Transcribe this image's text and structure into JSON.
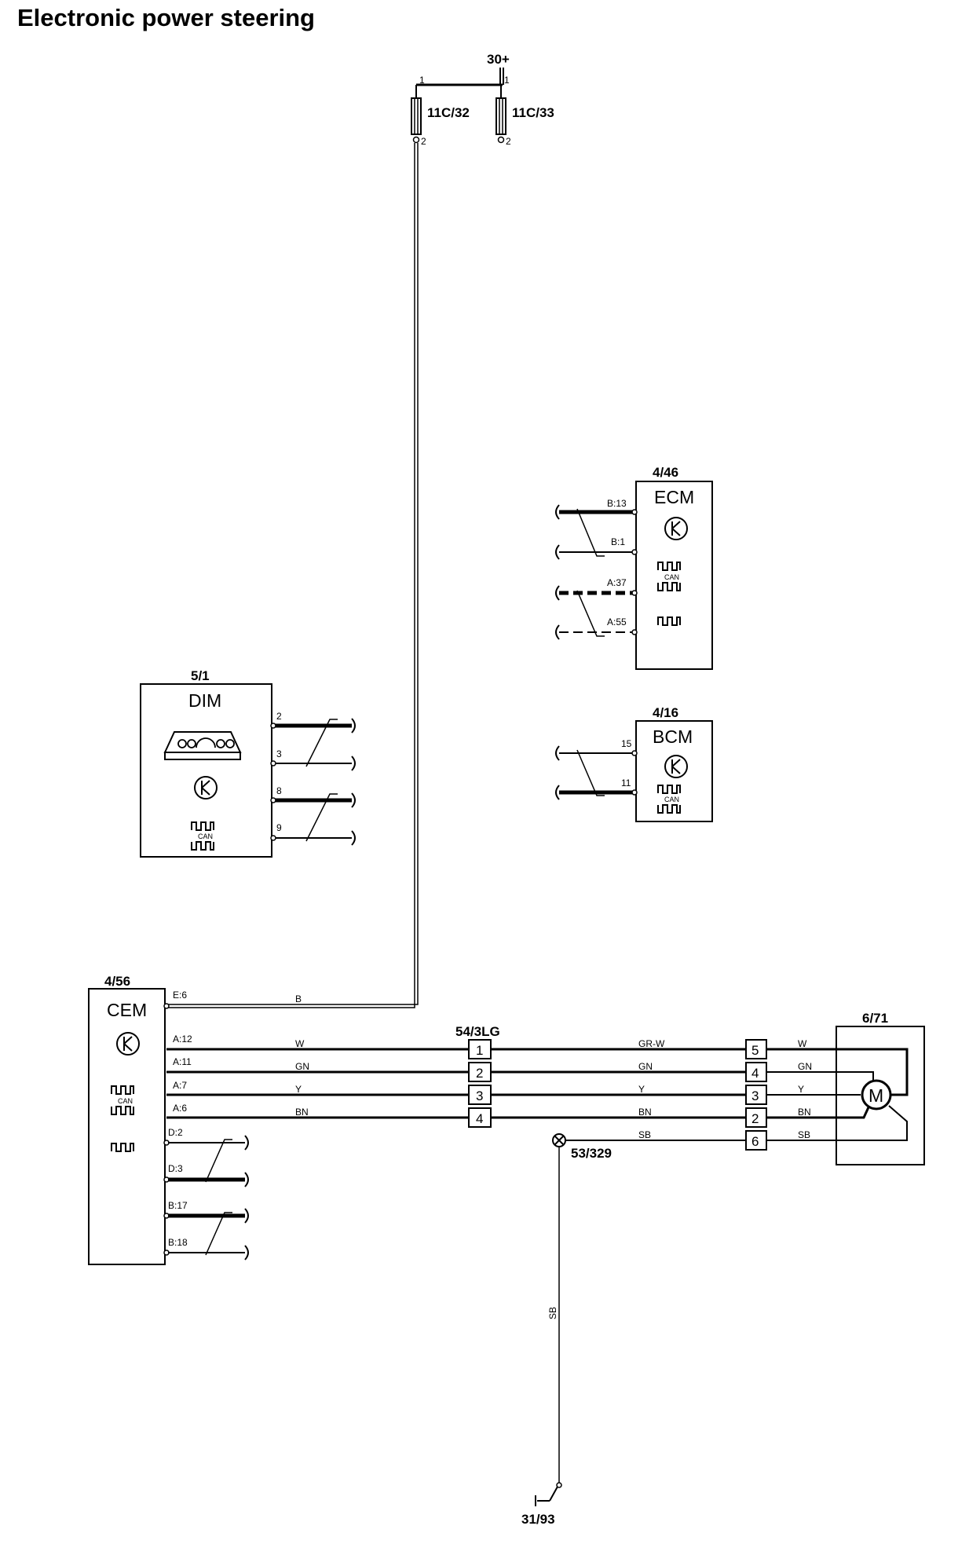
{
  "title": "Electronic power steering",
  "supply": {
    "label": "30+"
  },
  "fuses": [
    {
      "id": "11C/32",
      "pin_top": "1",
      "pin_bottom": "2"
    },
    {
      "id": "11C/33",
      "pin_top": "1",
      "pin_bottom": "2"
    }
  ],
  "ecm": {
    "ref": "4/46",
    "name": "ECM",
    "pins": [
      "B:13",
      "B:1",
      "A:37",
      "A:55"
    ],
    "can_label": "CAN"
  },
  "bcm": {
    "ref": "4/16",
    "name": "BCM",
    "pins": [
      "15",
      "11"
    ],
    "can_label": "CAN"
  },
  "dim": {
    "ref": "5/1",
    "name": "DIM",
    "pins": [
      "2",
      "3",
      "8",
      "9"
    ],
    "can_label": "CAN"
  },
  "cem": {
    "ref": "4/56",
    "name": "CEM",
    "pins": [
      "E:6",
      "A:12",
      "A:11",
      "A:7",
      "A:6",
      "D:2",
      "D:3",
      "B:17",
      "B:18"
    ],
    "can_label": "CAN"
  },
  "connector_left": {
    "ref": "54/3LG",
    "pins": [
      "1",
      "2",
      "3",
      "4"
    ]
  },
  "connector_right": {
    "pins": [
      "5",
      "4",
      "3",
      "2",
      "6"
    ]
  },
  "motor": {
    "ref": "6/71",
    "symbol": "M"
  },
  "ground_point": {
    "ref": "53/329"
  },
  "ground": {
    "ref": "31/93"
  },
  "wires": {
    "cem_supply": "B",
    "cem_to_conn": [
      "W",
      "GN",
      "Y",
      "BN"
    ],
    "conn_to_conn": [
      "GR-W",
      "GN",
      "Y",
      "BN",
      "SB"
    ],
    "conn_to_motor": [
      "W",
      "GN",
      "Y",
      "BN",
      "SB"
    ],
    "ground_wire": "SB"
  }
}
